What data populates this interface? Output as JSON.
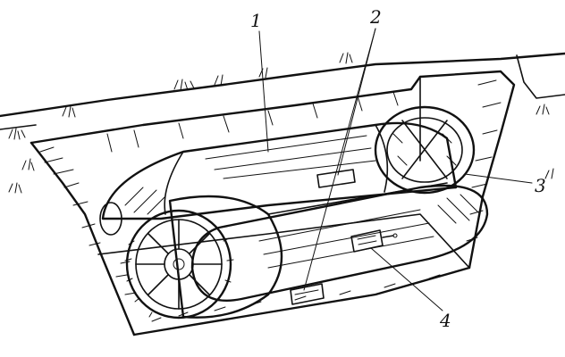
{
  "figure": {
    "callouts": [
      {
        "id": "1",
        "text": "1"
      },
      {
        "id": "2",
        "text": "2"
      },
      {
        "id": "3",
        "text": "3"
      },
      {
        "id": "4",
        "text": "4"
      }
    ],
    "colors": {
      "ink": "#111111",
      "paper": "#ffffff"
    }
  }
}
